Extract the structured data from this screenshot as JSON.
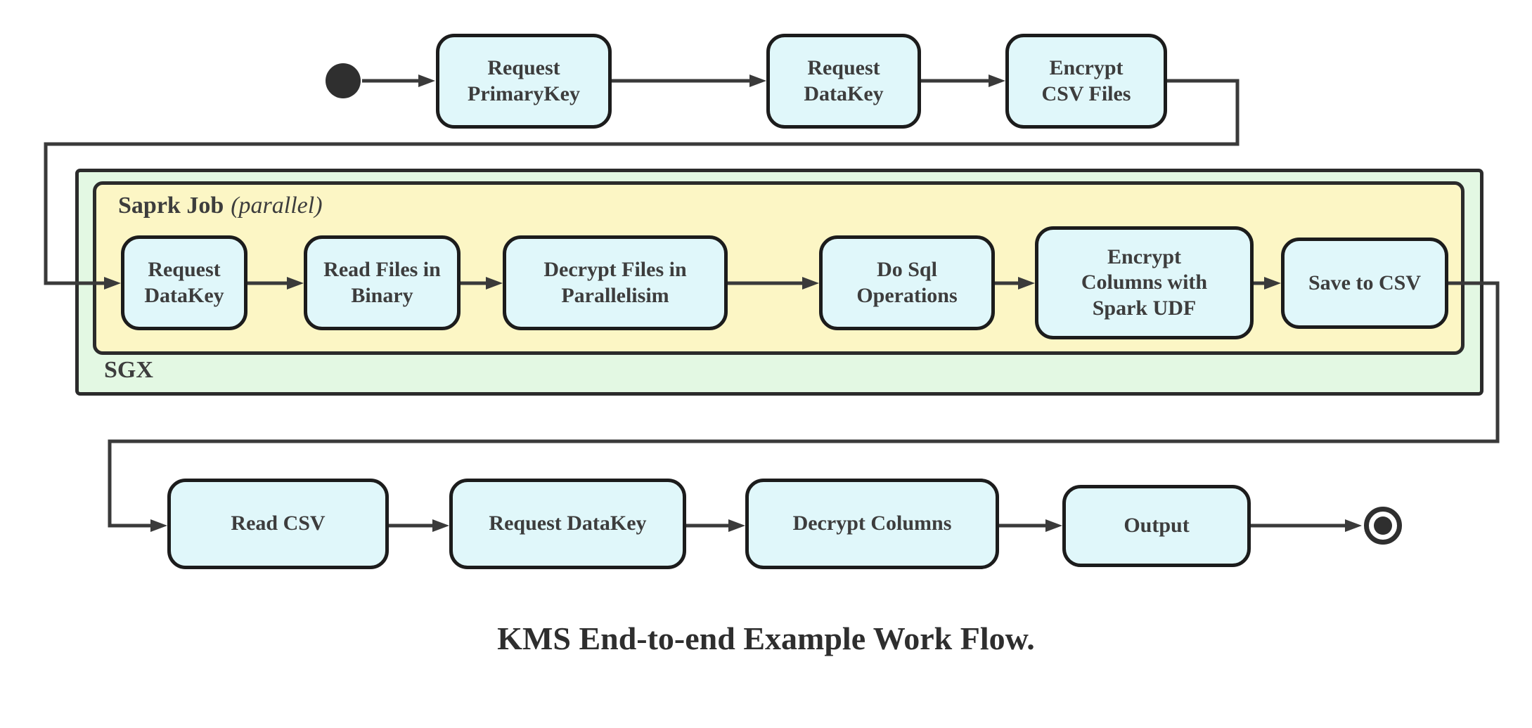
{
  "diagram": {
    "caption": "KMS End-to-end Example Work Flow.",
    "groups": {
      "spark_job": {
        "title": "Saprk Job",
        "qualifier": "(parallel)"
      },
      "sgx": {
        "label": "SGX"
      }
    },
    "flow": {
      "top": [
        {
          "id": "request-primarykey",
          "label": "Request\nPrimaryKey"
        },
        {
          "id": "request-datakey",
          "label": "Request\nDataKey"
        },
        {
          "id": "encrypt-csv-files",
          "label": "Encrypt\nCSV Files"
        }
      ],
      "spark": [
        {
          "id": "spark-request-datakey",
          "label": "Request\nDataKey"
        },
        {
          "id": "read-files-binary",
          "label": "Read Files in\nBinary"
        },
        {
          "id": "decrypt-files-parallel",
          "label": "Decrypt Files in\nParallelisim"
        },
        {
          "id": "do-sql-operations",
          "label": "Do Sql\nOperations"
        },
        {
          "id": "encrypt-columns-udf",
          "label": "Encrypt\nColumns with\nSpark UDF"
        },
        {
          "id": "save-to-csv",
          "label": "Save to CSV"
        }
      ],
      "bottom": [
        {
          "id": "read-csv",
          "label": "Read CSV"
        },
        {
          "id": "bottom-request-datakey",
          "label": "Request DataKey"
        },
        {
          "id": "decrypt-columns",
          "label": "Decrypt Columns"
        },
        {
          "id": "output",
          "label": "Output"
        }
      ],
      "start_node": "filled-circle",
      "end_node": "double-circle-bullseye"
    },
    "colors": {
      "node_fill": "#e0f7fa",
      "node_border": "#1c1c1c",
      "spark_group_fill": "#fcf6c5",
      "sgx_group_fill": "#e3f8e3",
      "group_border": "#2b2b2b",
      "edge": "#3a3a3a",
      "text": "#3d3d3d",
      "terminal": "#2f2f2f"
    }
  }
}
